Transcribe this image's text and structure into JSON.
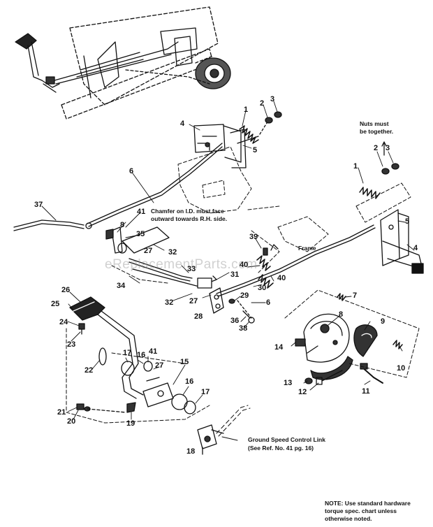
{
  "watermark": "eReplacementParts.com",
  "notes": {
    "nuts_together_1": "Nuts must",
    "nuts_together_2": "be together.",
    "chamfer_1": "Chamfer on I.D. must face",
    "chamfer_2": "outward towards R.H. side.",
    "frame": "Frame",
    "ground_speed_1": "Ground Speed Control Link",
    "ground_speed_2": "(See Ref. No. 41 pg. 16)",
    "torque_1": "NOTE: Use standard hardware",
    "torque_2": "torque spec. chart unless",
    "torque_3": "otherwise noted."
  },
  "callouts": [
    "1",
    "2",
    "3",
    "4",
    "5",
    "6",
    "37",
    "41",
    "8",
    "35",
    "32",
    "33",
    "34",
    "31",
    "27",
    "28",
    "29",
    "39",
    "40",
    "30",
    "36",
    "38",
    "7",
    "9",
    "10",
    "11",
    "12",
    "13",
    "14",
    "26",
    "25",
    "24",
    "23",
    "22",
    "17",
    "16",
    "15",
    "19",
    "18",
    "20",
    "21"
  ]
}
